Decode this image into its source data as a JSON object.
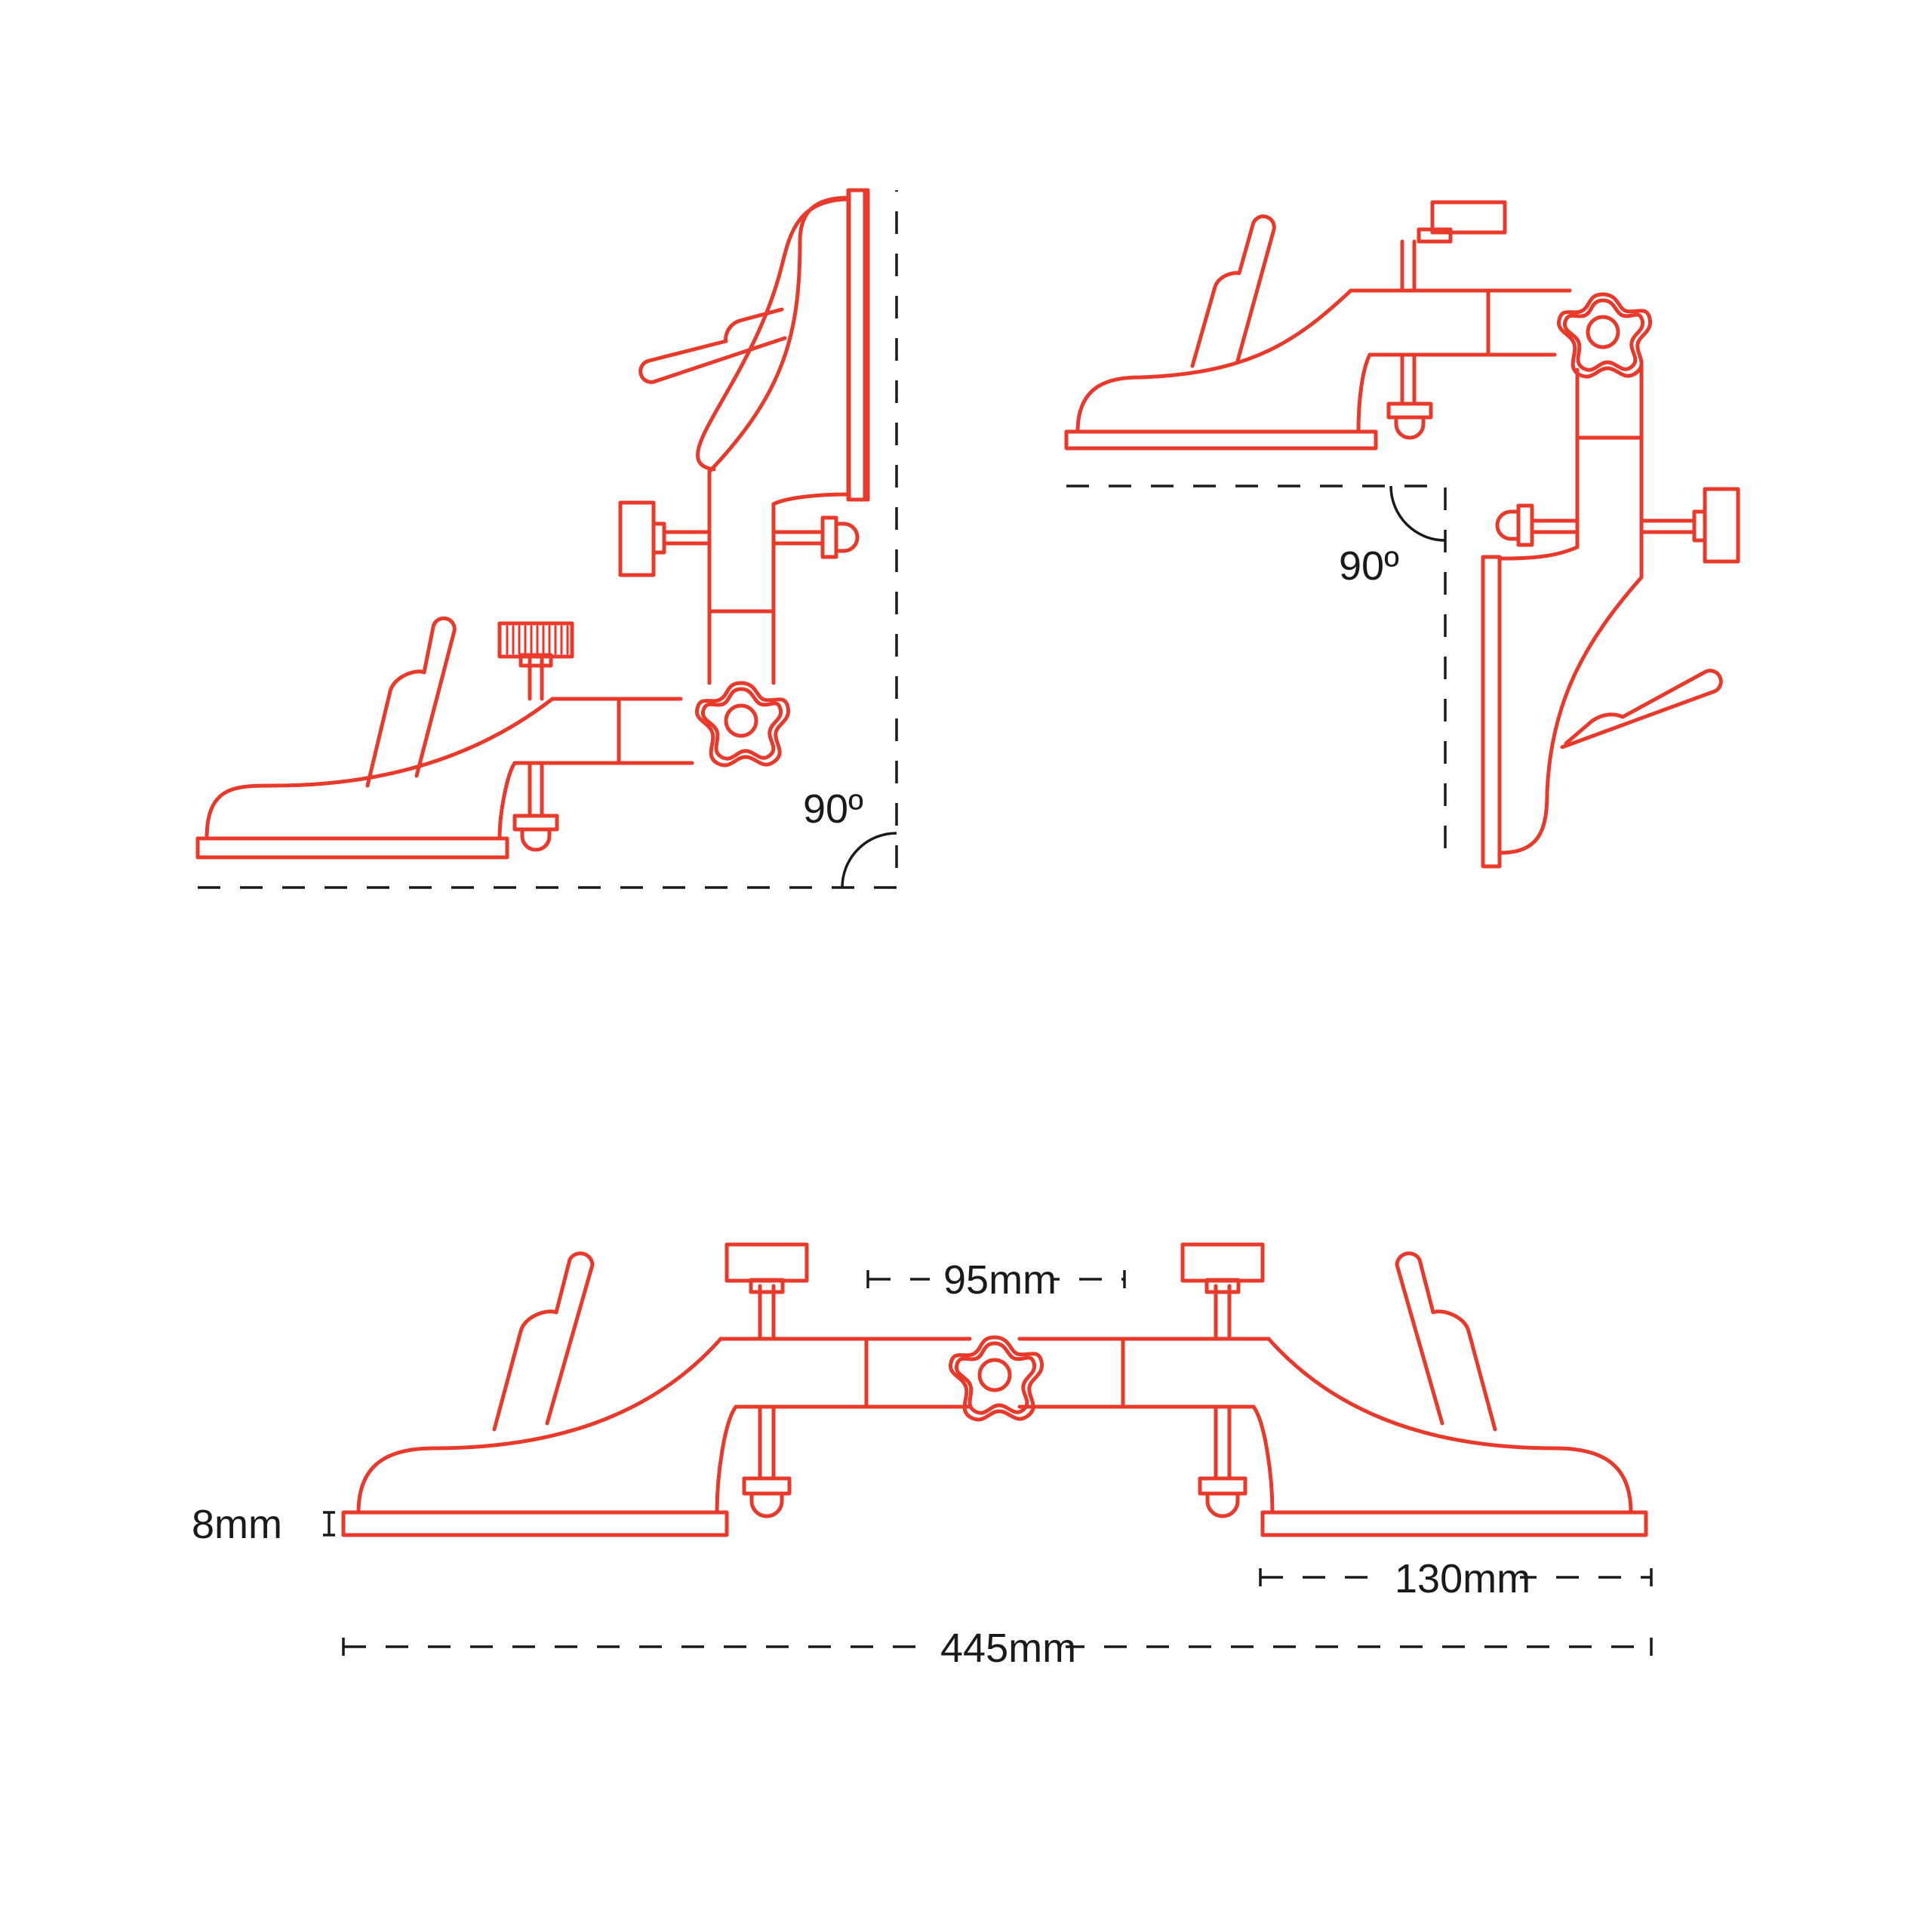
{
  "colors": {
    "accent": "#e8392a",
    "ink": "#1a1a1a",
    "background": "#ffffff"
  },
  "view_top_left": {
    "angle_label": "90º"
  },
  "view_top_right": {
    "angle_label": "90º"
  },
  "view_bottom": {
    "gap_label": "95mm",
    "pad_thickness_label": "8mm",
    "pad_length_label": "130mm",
    "total_length_label": "445mm"
  }
}
